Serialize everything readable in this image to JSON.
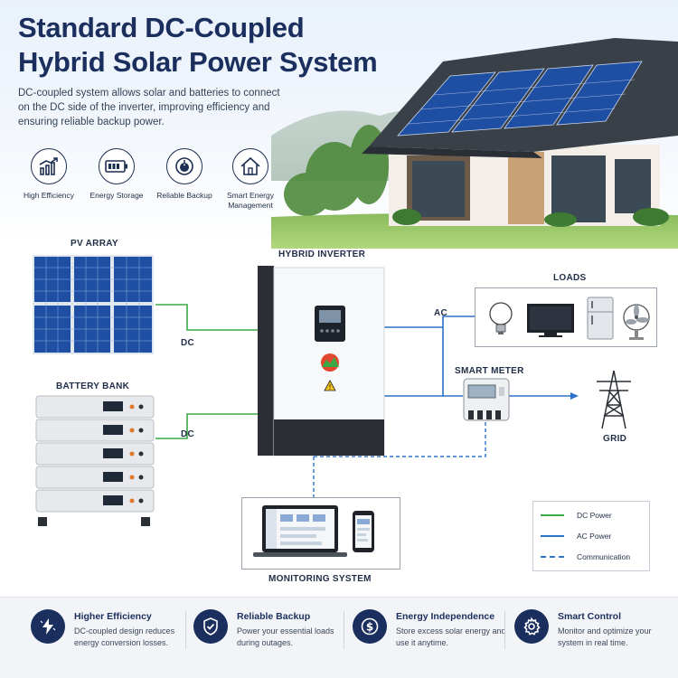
{
  "header": {
    "title_line1": "Standard DC-Coupled",
    "title_line2": "Hybrid Solar Power System",
    "subtitle": "DC-coupled system allows solar and batteries to connect on the DC side of the inverter, improving efficiency and ensuring reliable backup power."
  },
  "features": [
    {
      "icon": "chart-growth-icon",
      "label": "High Efficiency"
    },
    {
      "icon": "battery-icon",
      "label": "Energy Storage"
    },
    {
      "icon": "power-shield-icon",
      "label": "Reliable Backup"
    },
    {
      "icon": "smart-home-icon",
      "label": "Smart Energy Management"
    }
  ],
  "diagram": {
    "pv_label": "PV ARRAY",
    "battery_label": "BATTERY BANK",
    "inverter_label": "HYBRID INVERTER",
    "loads_label": "LOADS",
    "meter_label": "SMART METER",
    "grid_label": "GRID",
    "monitoring_label": "MONITORING SYSTEM",
    "dc_label_pv": "DC",
    "dc_label_battery": "DC",
    "ac_label": "AC"
  },
  "legend": [
    {
      "label": "DC Power",
      "color": "#3aa845",
      "style": "solid"
    },
    {
      "label": "AC Power",
      "color": "#2b73c8",
      "style": "solid"
    },
    {
      "label": "Communication",
      "color": "#2b73c8",
      "style": "dashed"
    }
  ],
  "benefits": [
    {
      "icon": "lightning-icon",
      "title": "Higher Efficiency",
      "desc": "DC-coupled design reduces energy conversion losses."
    },
    {
      "icon": "shield-check-icon",
      "title": "Reliable Backup",
      "desc": "Power your essential loads during outages."
    },
    {
      "icon": "dollar-coin-icon",
      "title": "Energy Independence",
      "desc": "Store excess solar energy and use it anytime."
    },
    {
      "icon": "gear-icon",
      "title": "Smart Control",
      "desc": "Monitor and optimize your system in real time."
    }
  ],
  "colors": {
    "dc": "#3aa845",
    "ac": "#2b73c8",
    "navy": "#1b2f5e"
  }
}
